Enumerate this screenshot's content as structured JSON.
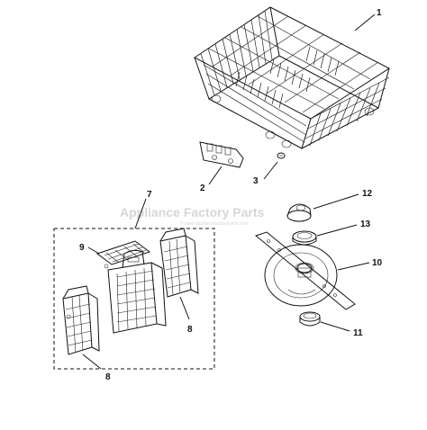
{
  "watermark": {
    "title": "Appliance Factory Parts",
    "url": "© www.appliancefactoryparts.com"
  },
  "callouts": {
    "c1": "1",
    "c2": "2",
    "c3": "3",
    "c7": "7",
    "c8a": "8",
    "c8b": "8",
    "c9": "9",
    "c10": "10",
    "c11": "11",
    "c12": "12",
    "c13": "13"
  }
}
